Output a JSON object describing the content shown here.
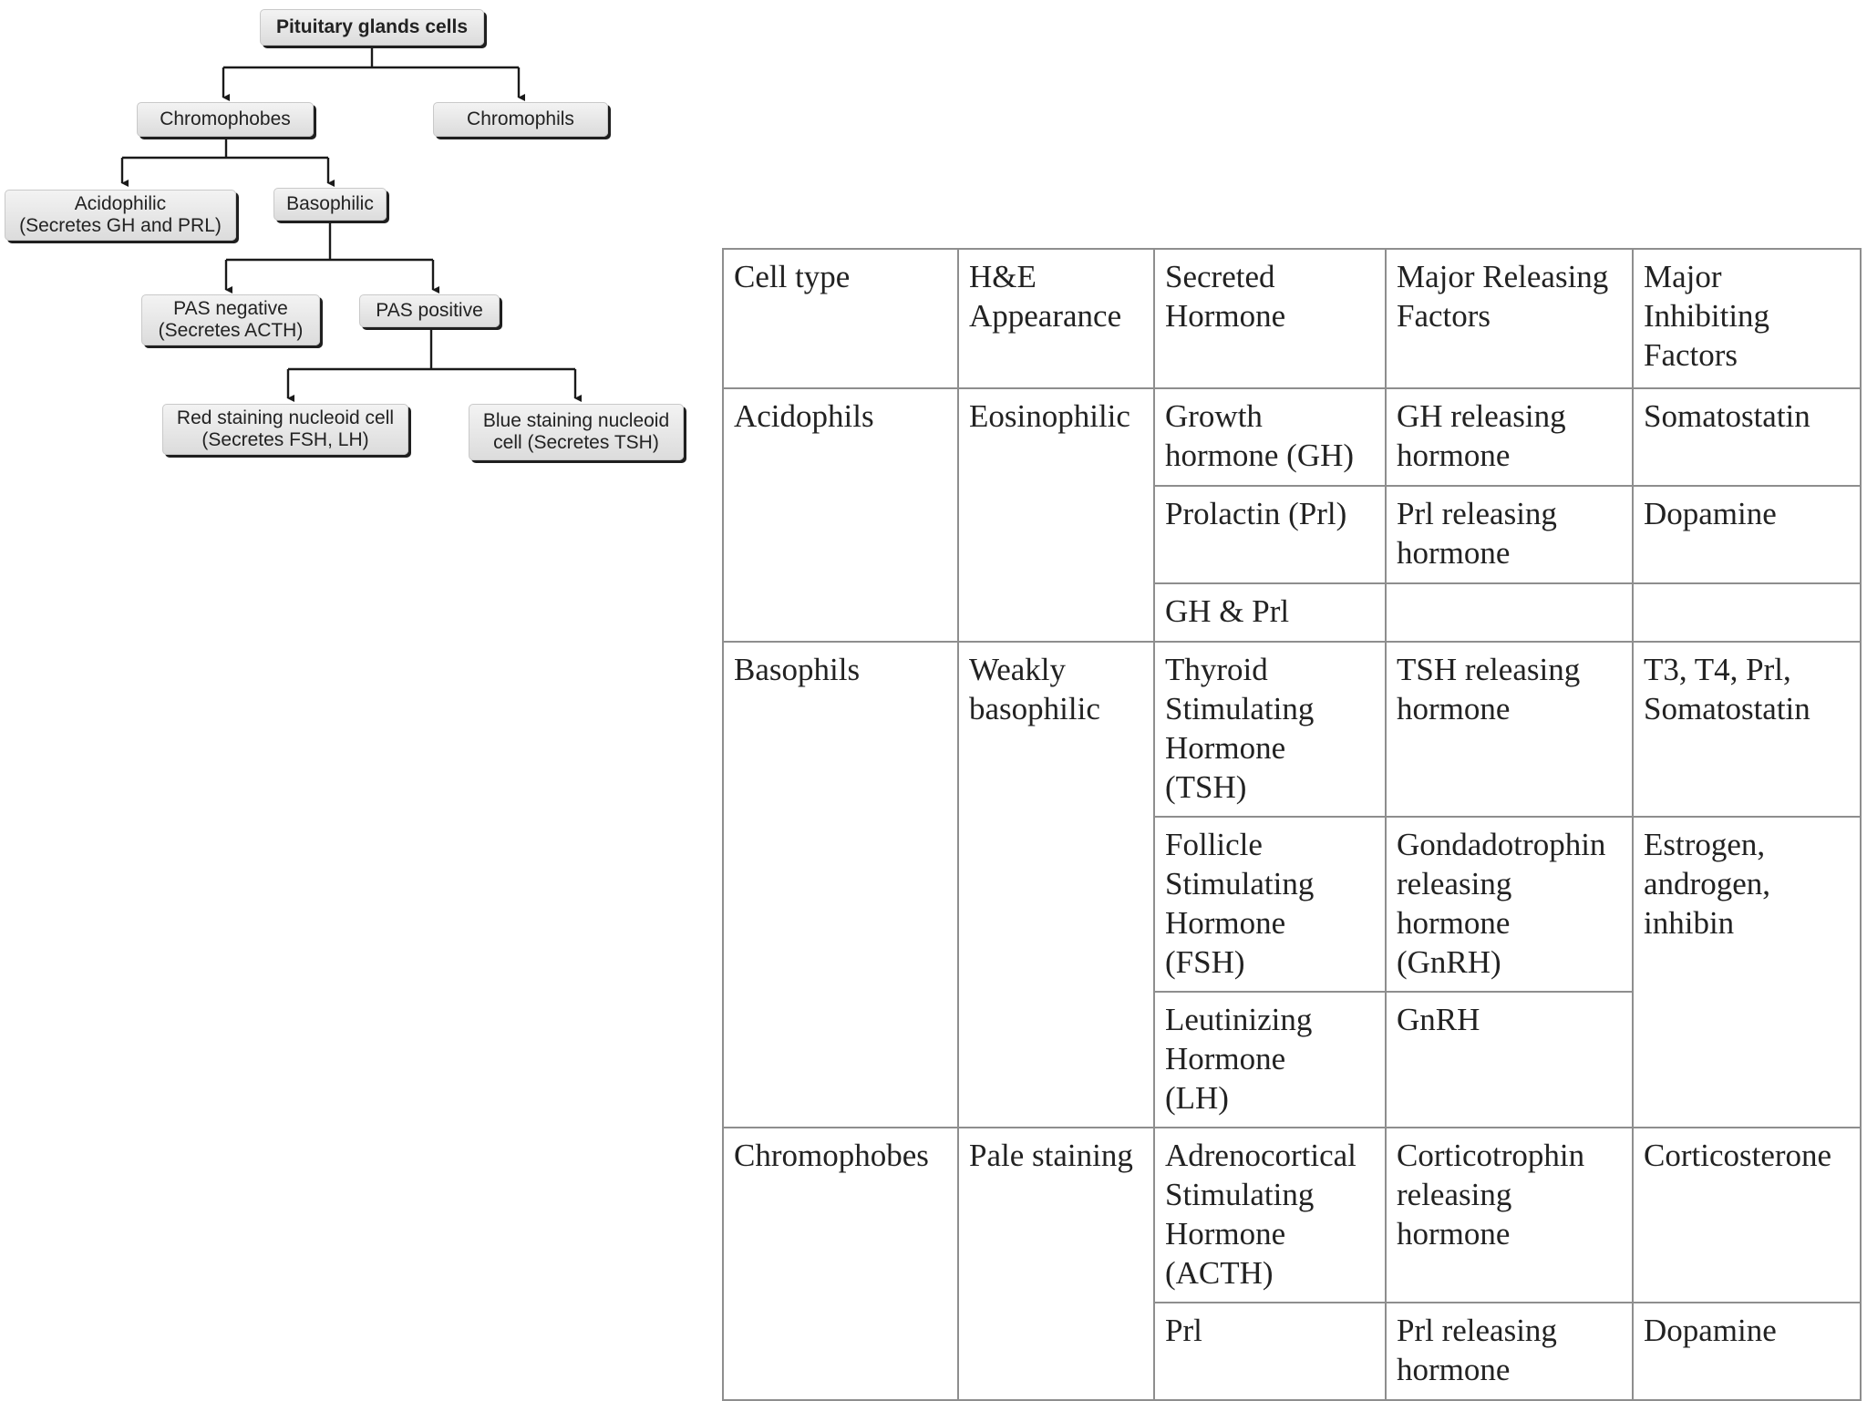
{
  "flowchart": {
    "root": "Pituitary glands cells",
    "chromophobes": "Chromophobes",
    "chromophils": "Chromophils",
    "acidophilic": [
      "Acidophilic",
      "(Secretes GH and PRL)"
    ],
    "basophilic": "Basophilic",
    "pas_negative": [
      "PAS negative",
      "(Secretes ACTH)"
    ],
    "pas_positive": "PAS positive",
    "red_staining": [
      "Red staining nucleoid cell",
      "(Secretes FSH, LH)"
    ],
    "blue_staining": [
      "Blue staining nucleoid",
      "cell (Secretes TSH)"
    ]
  },
  "table": {
    "headers": {
      "cell_type": [
        "Cell type"
      ],
      "he_appearance": [
        "H&E",
        "Appearance"
      ],
      "secreted_hormone": [
        "Secreted",
        "Hormone"
      ],
      "releasing": [
        "Major Releasing",
        "Factors"
      ],
      "inhibiting": [
        "Major",
        "Inhibiting",
        "Factors"
      ]
    },
    "acidophils": {
      "cell_type": "Acidophils",
      "he": "Eosinophilic",
      "rows": [
        {
          "hormone": [
            "Growth",
            "hormone (GH)"
          ],
          "releasing": [
            "GH releasing",
            "hormone"
          ],
          "inhibiting": [
            "Somatostatin"
          ]
        },
        {
          "hormone": [
            "Prolactin (Prl)"
          ],
          "releasing": [
            "Prl releasing",
            "hormone"
          ],
          "inhibiting": [
            "Dopamine"
          ]
        },
        {
          "hormone": [
            "GH & Prl"
          ],
          "releasing": [],
          "inhibiting": []
        }
      ]
    },
    "basophils": {
      "cell_type": "Basophils",
      "he": [
        "Weakly",
        "basophilic"
      ],
      "rows": [
        {
          "hormone": [
            "Thyroid",
            "Stimulating",
            "Hormone",
            "(TSH)"
          ],
          "releasing": [
            "TSH releasing",
            "hormone"
          ],
          "inhibiting": [
            "T3, T4, Prl,",
            "Somatostatin"
          ]
        },
        {
          "hormone": [
            "Follicle",
            "Stimulating",
            "Hormone",
            "(FSH)"
          ],
          "releasing": [
            "Gondadotrophin",
            "releasing",
            "hormone",
            "(GnRH)"
          ],
          "inhibiting": [
            "Estrogen,",
            "androgen,",
            "inhibin"
          ]
        },
        {
          "hormone": [
            "Leutinizing",
            "Hormone",
            "(LH)"
          ],
          "releasing": [
            "GnRH"
          ]
        }
      ]
    },
    "chromophobes": {
      "cell_type": "Chromophobes",
      "he": "Pale staining",
      "rows": [
        {
          "hormone": [
            "Adrenocortical",
            "Stimulating",
            "Hormone",
            "(ACTH)"
          ],
          "releasing": [
            "Corticotrophin",
            "releasing",
            "hormone"
          ],
          "inhibiting": [
            "Corticosterone"
          ]
        },
        {
          "hormone": [
            "Prl"
          ],
          "releasing": [
            "Prl releasing",
            "hormone"
          ],
          "inhibiting": [
            "Dopamine"
          ]
        }
      ]
    }
  }
}
